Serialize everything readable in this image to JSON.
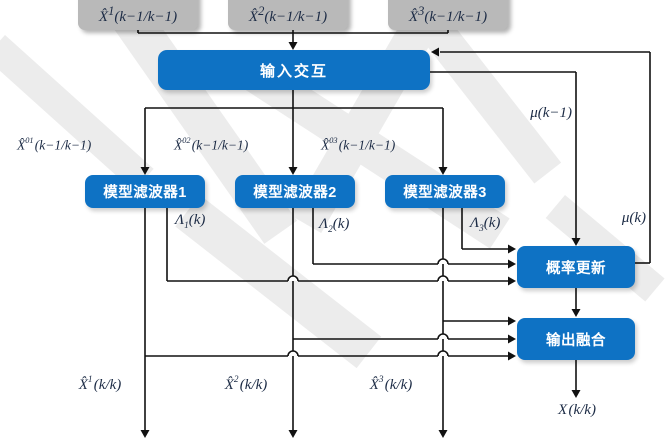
{
  "top_boxes": [
    {
      "base": "X̂",
      "sup": "1",
      "rest": "(k−1/k−1)"
    },
    {
      "base": "X̂",
      "sup": "2",
      "rest": "(k−1/k−1)"
    },
    {
      "base": "X̂",
      "sup": "3",
      "rest": "(k−1/k−1)"
    }
  ],
  "input_interaction": {
    "label": "输入交互"
  },
  "model_inputs": [
    {
      "base": "X̂",
      "sup": "01",
      "rest": "(k−1/k−1)"
    },
    {
      "base": "X̂",
      "sup": "02",
      "rest": "(k−1/k−1)"
    },
    {
      "base": "X̂",
      "sup": "03",
      "rest": "(k−1/k−1)"
    }
  ],
  "filters": [
    {
      "label": "模型滤波器1"
    },
    {
      "label": "模型滤波器2"
    },
    {
      "label": "模型滤波器3"
    }
  ],
  "likelihoods": [
    {
      "base": "Λ",
      "sub": "1",
      "rest": "(k)"
    },
    {
      "base": "Λ",
      "sub": "2",
      "rest": "(k)"
    },
    {
      "base": "Λ",
      "sub": "3",
      "rest": "(k)"
    }
  ],
  "prob_update": {
    "label": "概率更新"
  },
  "output_fusion": {
    "label": "输出融合"
  },
  "mu_labels": {
    "prev": "μ(k−1)",
    "current": "μ(k)"
  },
  "outputs": [
    {
      "base": "X̂",
      "sup": "1",
      "rest": "(k/k)"
    },
    {
      "base": "X̂",
      "sup": "2",
      "rest": "(k/k)"
    },
    {
      "base": "X̂",
      "sup": "3",
      "rest": "(k/k)"
    }
  ],
  "final_output": {
    "base": "X",
    "rest": "(k/k)"
  },
  "colors": {
    "accent_blue": "#0e72c4",
    "box_gray": "#b9b9b9",
    "line": "#111111",
    "watermark": "#d8d8d8"
  }
}
